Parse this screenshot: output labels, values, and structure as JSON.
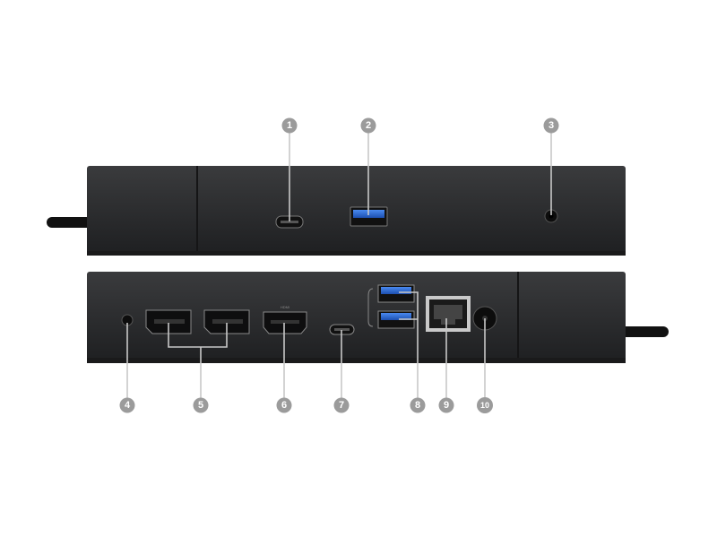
{
  "callouts": {
    "c1": "1",
    "c2": "2",
    "c3": "3",
    "c4": "4",
    "c5": "5",
    "c6": "6",
    "c7": "7",
    "c8": "8",
    "c9": "9",
    "c10": "10"
  },
  "port_labels": {
    "hdmi": "HDMI"
  },
  "colors": {
    "body": "#2b2c2e",
    "callout": "#9b9b9b",
    "usb_blue": "#2f6fd6"
  }
}
